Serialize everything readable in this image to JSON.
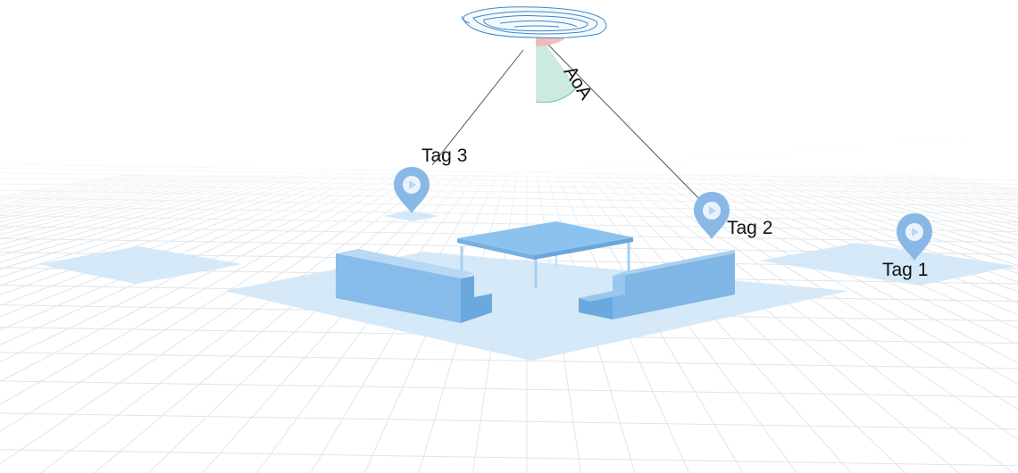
{
  "labels": {
    "tag1": "Tag 1",
    "tag2": "Tag 2",
    "tag3": "Tag 3",
    "aoa": "AoA"
  },
  "colors": {
    "grid": "#dfe5ea",
    "floor_pad": "#c6e0f5",
    "furniture": "#8cc0ec",
    "furniture_dark": "#6aa8de",
    "pin": "#8ab8e6",
    "angle_green": "#bfe6d6",
    "angle_red": "#f3b9b2",
    "anchor_outline": "#3a88c8"
  },
  "icons": [
    "location-pin-icon",
    "antenna-anchor-icon"
  ]
}
